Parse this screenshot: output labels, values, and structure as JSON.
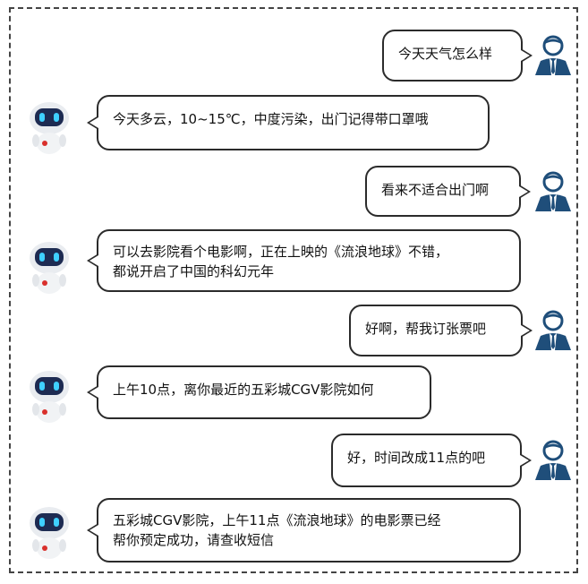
{
  "messages": [
    {
      "from": "user",
      "lines": [
        "今天天气怎么样"
      ]
    },
    {
      "from": "bot",
      "lines": [
        "今天多云，10~15℃，中度污染，出门记得带口罩哦"
      ]
    },
    {
      "from": "user",
      "lines": [
        "看来不适合出门啊"
      ]
    },
    {
      "from": "bot",
      "lines": [
        "可以去影院看个电影啊，正在上映的《流浪地球》不错，",
        "都说开启了中国的科幻元年"
      ]
    },
    {
      "from": "user",
      "lines": [
        "好啊，帮我订张票吧"
      ]
    },
    {
      "from": "bot",
      "lines": [
        "上午10点，离你最近的五彩城CGV影院如何"
      ]
    },
    {
      "from": "user",
      "lines": [
        "好，时间改成11点的吧"
      ]
    },
    {
      "from": "bot",
      "lines": [
        "五彩城CGV影院，上午11点《流浪地球》的电影票已经",
        "帮你预定成功，请查收短信"
      ]
    }
  ],
  "colors": {
    "user_icon": "#1f4e7a",
    "robot_visor": "#1d2b52",
    "robot_eye": "#3fd0ff",
    "robot_accent": "#d9302c"
  },
  "icons": {
    "user": "businessman-icon",
    "bot": "robot-icon"
  }
}
